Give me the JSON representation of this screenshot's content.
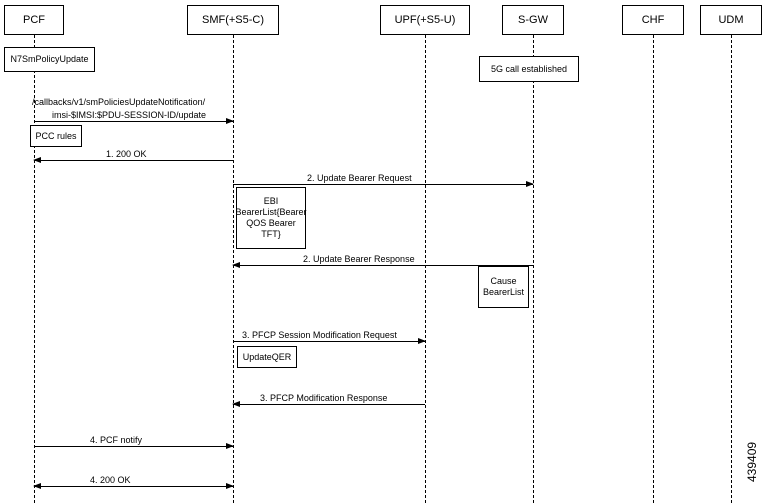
{
  "participants": {
    "pcf": "PCF",
    "smf": "SMF(+S5-C)",
    "upf": "UPF(+S5-U)",
    "sgw": "S-GW",
    "chf": "CHF",
    "udm": "UDM"
  },
  "notes": {
    "n7_update": "N7SmPolicyUpdate",
    "call_established": "5G call established",
    "pcc_rules": "PCC rules",
    "bearer_info": "EBI BearerList{Bearer QOS Bearer TFT}",
    "cause": "Cause BearerList",
    "update_qer": "UpdateQER"
  },
  "messages": {
    "callback_line1": "/callbacks/v1/smPoliciesUpdateNotification/",
    "callback_line2": "imsi-$IMSI:$PDU-SESSION-ID/update",
    "ok_1": "1. 200 OK",
    "update_bearer_request": "2. Update Bearer Request",
    "update_bearer_response": "2. Update Bearer Response",
    "pfcp_mod_request": "3. PFCP Session Modification Request",
    "pfcp_mod_response": "3. PFCP Modification Response",
    "pcf_notify": "4. PCF notify",
    "ok_4": "4. 200 OK"
  },
  "diagram_id": "439409"
}
